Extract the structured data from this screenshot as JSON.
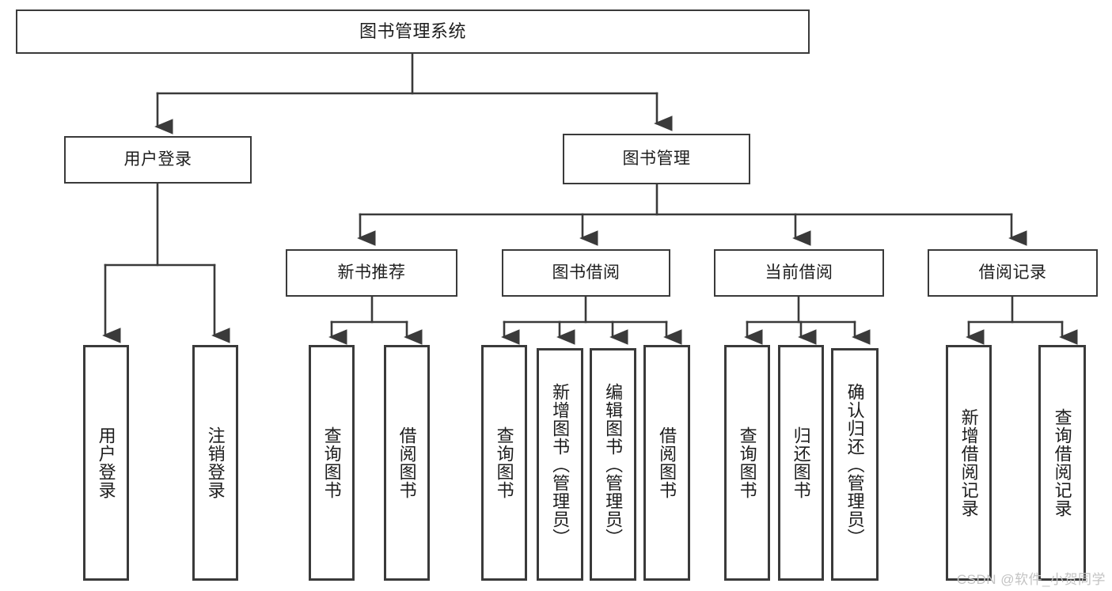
{
  "diagram": {
    "title": "图书管理系统",
    "type": "功能结构图",
    "line_color": "#3a3a3a",
    "box_fill": "#ffffff",
    "text_color": "#1d1d1d"
  },
  "root": {
    "label": "图书管理系统"
  },
  "level2": [
    {
      "id": "user-login",
      "label": "用户登录"
    },
    {
      "id": "book-management",
      "label": "图书管理"
    }
  ],
  "level3": [
    {
      "id": "new-book-recommend",
      "label": "新书推荐"
    },
    {
      "id": "book-borrow",
      "label": "图书借阅"
    },
    {
      "id": "current-borrow",
      "label": "当前借阅"
    },
    {
      "id": "borrow-record",
      "label": "借阅记录"
    }
  ],
  "leaves": {
    "user_login": [
      {
        "id": "leaf-user-login",
        "label": "用户登录"
      },
      {
        "id": "leaf-logout-login",
        "label": "注销登录"
      }
    ],
    "new_book_recommend": [
      {
        "id": "leaf-query-book-1",
        "label": "查询图书"
      },
      {
        "id": "leaf-borrow-book-1",
        "label": "借阅图书"
      }
    ],
    "book_borrow": [
      {
        "id": "leaf-query-book-2",
        "label": "查询图书"
      },
      {
        "id": "leaf-add-book",
        "label": "新增图书（管理员）"
      },
      {
        "id": "leaf-edit-book",
        "label": "编辑图书（管理员）"
      },
      {
        "id": "leaf-borrow-book-2",
        "label": "借阅图书"
      }
    ],
    "current_borrow": [
      {
        "id": "leaf-query-book-3",
        "label": "查询图书"
      },
      {
        "id": "leaf-return-book",
        "label": "归还图书"
      },
      {
        "id": "leaf-confirm-return",
        "label": "确认归还（管理员）"
      }
    ],
    "borrow_record": [
      {
        "id": "leaf-add-record",
        "label": "新增借阅记录"
      },
      {
        "id": "leaf-query-record",
        "label": "查询借阅记录"
      }
    ]
  },
  "watermark": {
    "text": "CSDN @软件_小贺同学"
  }
}
